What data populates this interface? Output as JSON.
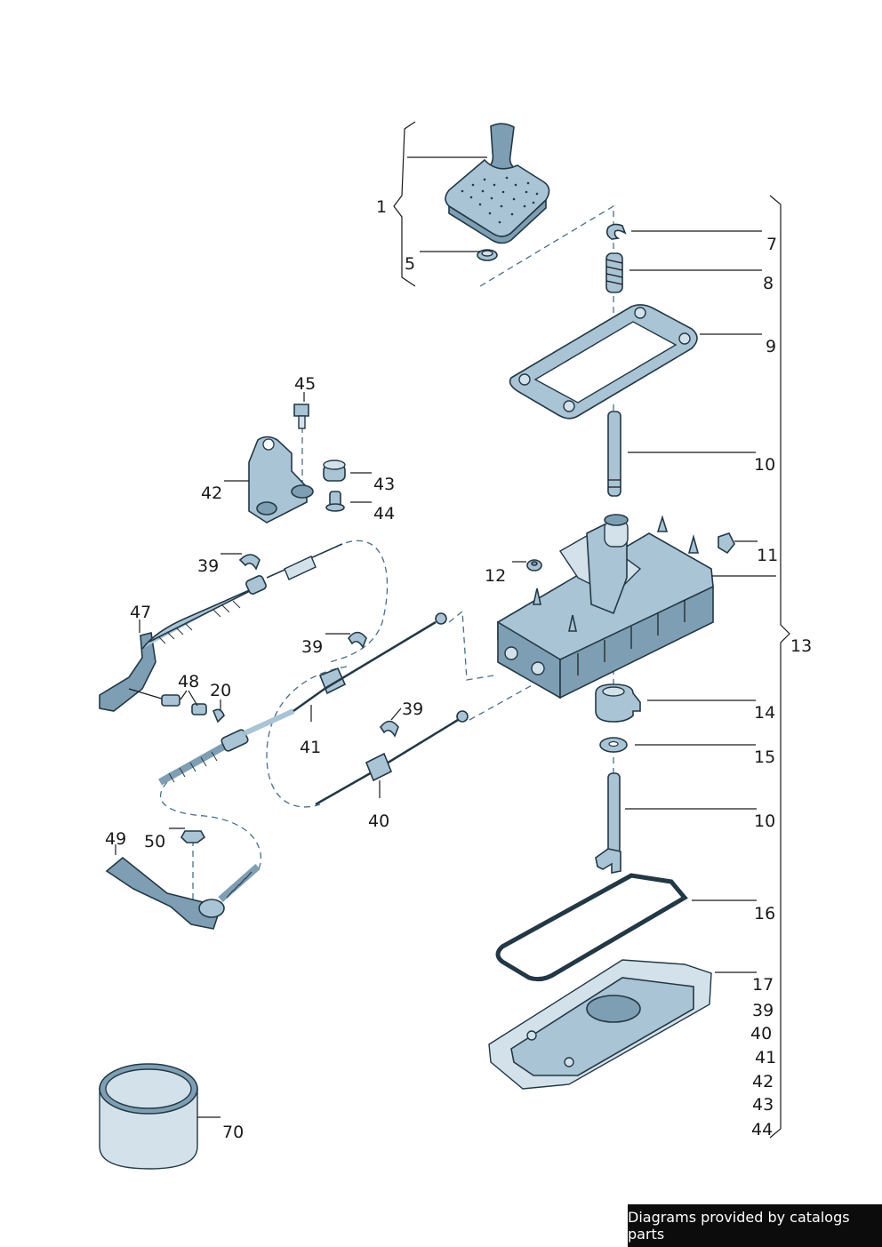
{
  "callouts": {
    "c1": "1",
    "c5": "5",
    "c7": "7",
    "c8": "8",
    "c9": "9",
    "c10a": "10",
    "c11": "11",
    "c12": "12",
    "c13": "13",
    "c14": "14",
    "c15": "15",
    "c10b": "10",
    "c16": "16",
    "c17": "17",
    "c39r": "39",
    "c40r": "40",
    "c41r": "41",
    "c42r": "42",
    "c43r": "43",
    "c44r": "44",
    "c45": "45",
    "c42": "42",
    "c43": "43",
    "c44": "44",
    "c39a": "39",
    "c47": "47",
    "c48": "48",
    "c20": "20",
    "c39b": "39",
    "c41": "41",
    "c39c": "39",
    "c40": "40",
    "c49": "49",
    "c50": "50",
    "c70": "70"
  },
  "credit": "Diagrams provided by catalogs parts",
  "colors": {
    "part": "#a9c4d4",
    "outline": "#233845",
    "credit_bg": "#0c0c0c"
  }
}
